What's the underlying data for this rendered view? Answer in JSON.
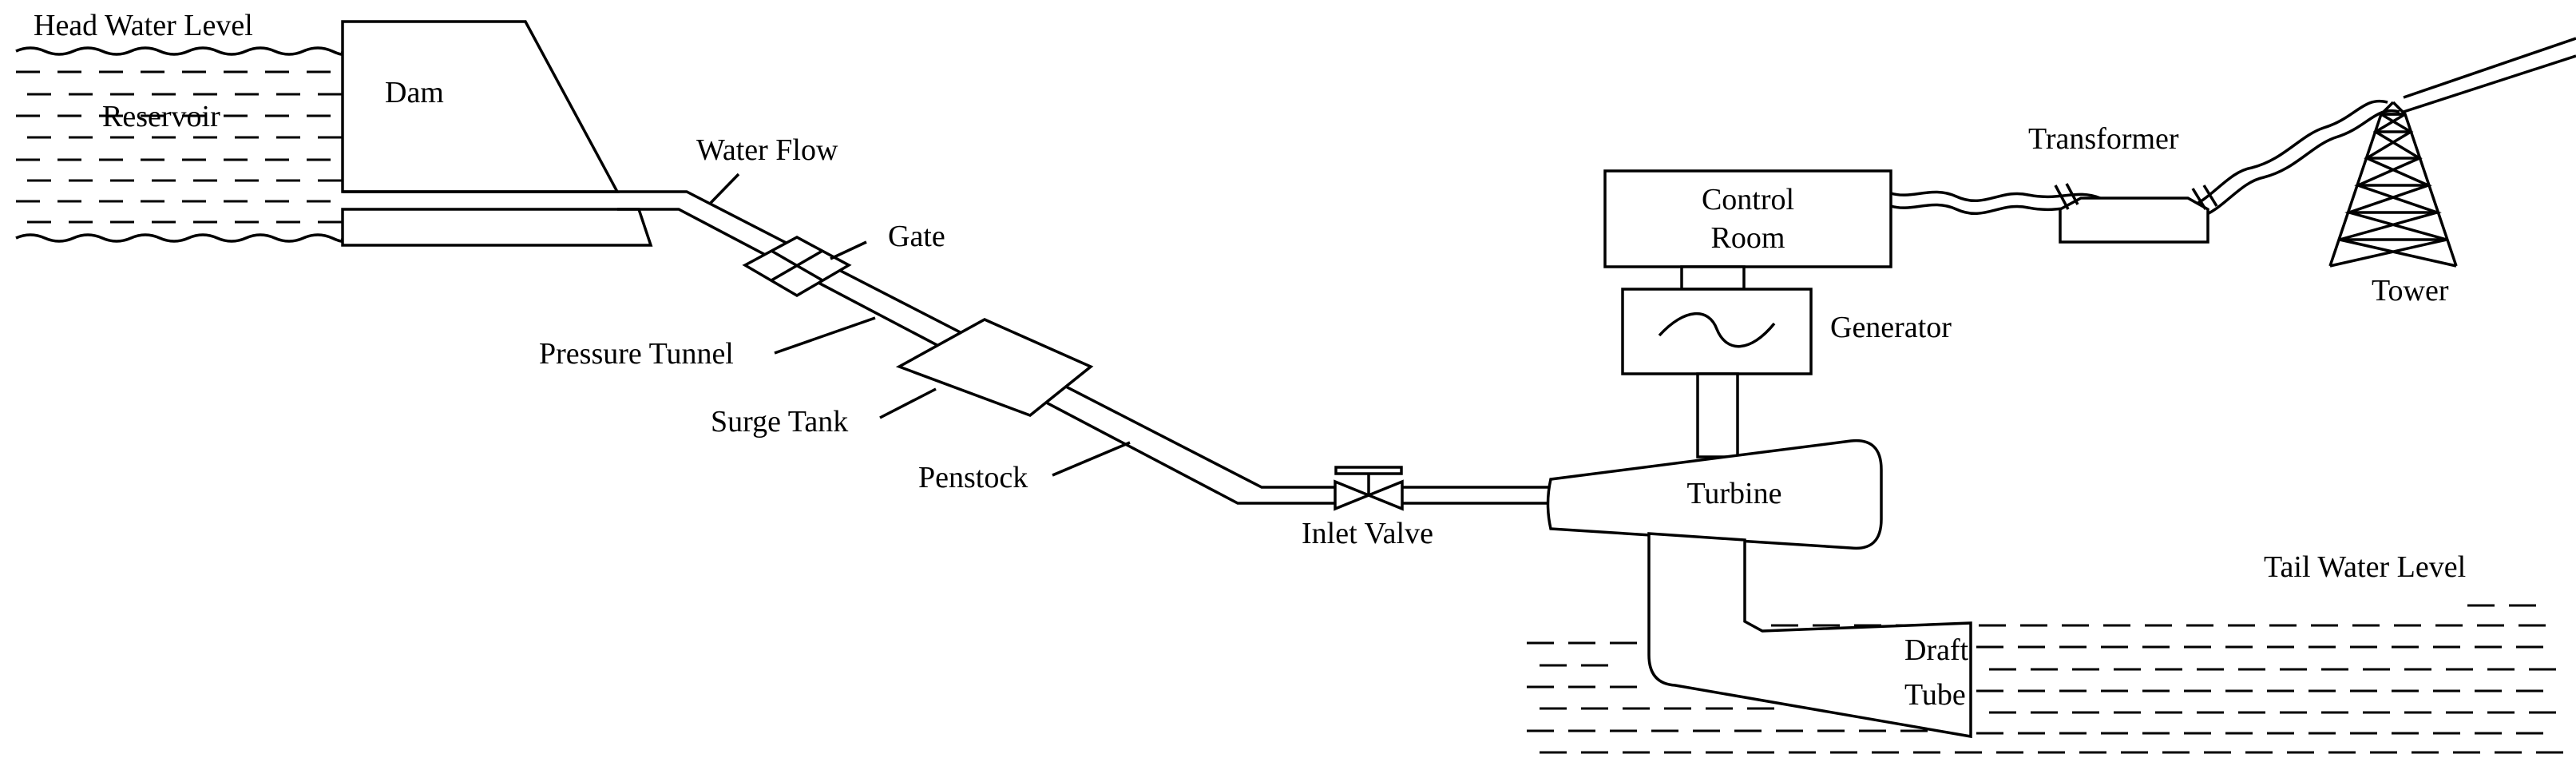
{
  "labels": {
    "head_water_level": "Head Water Level",
    "reservoir": "Reservoir",
    "dam": "Dam",
    "water_flow": "Water Flow",
    "gate": "Gate",
    "pressure_tunnel": "Pressure Tunnel",
    "surge_tank": "Surge Tank",
    "penstock": "Penstock",
    "inlet_valve": "Inlet Valve",
    "control_room_line1": "Control",
    "control_room_line2": "Room",
    "generator": "Generator",
    "transformer": "Transformer",
    "tower": "Tower",
    "turbine": "Turbine",
    "tail_water_level": "Tail Water Level",
    "draft_tube_line1": "Draft",
    "draft_tube_line2": "Tube"
  }
}
